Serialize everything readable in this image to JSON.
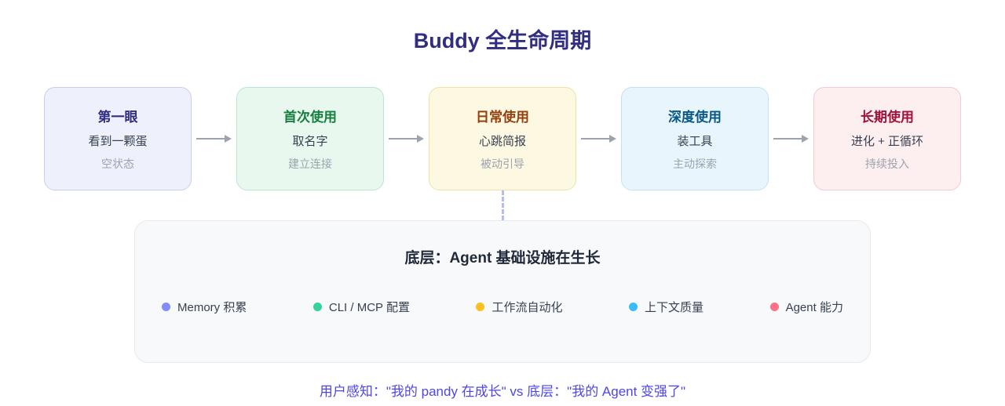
{
  "title": "Buddy 全生命周期",
  "stages": [
    {
      "title": "第一眼",
      "line1": "看到一颗蛋",
      "line2": "空状态",
      "bg": "#eef0fc",
      "border": "#c9cdf2",
      "title_color": "#312e81"
    },
    {
      "title": "首次使用",
      "line1": "取名字",
      "line2": "建立连接",
      "bg": "#e8f8ef",
      "border": "#b7e7cd",
      "title_color": "#15803d"
    },
    {
      "title": "日常使用",
      "line1": "心跳简报",
      "line2": "被动引导",
      "bg": "#fdf8e1",
      "border": "#f1e2a4",
      "title_color": "#92400e"
    },
    {
      "title": "深度使用",
      "line1": "装工具",
      "line2": "主动探索",
      "bg": "#e9f5fc",
      "border": "#bfe2f5",
      "title_color": "#075985"
    },
    {
      "title": "长期使用",
      "line1": "进化 + 正循环",
      "line2": "持续投入",
      "bg": "#fdeef0",
      "border": "#f4c9d0",
      "title_color": "#9f1239"
    }
  ],
  "panel": {
    "title": "底层：Agent 基础设施在生长",
    "legend": [
      {
        "label": "Memory 积累",
        "color": "#818cf8"
      },
      {
        "label": "CLI / MCP 配置",
        "color": "#34d399"
      },
      {
        "label": "工作流自动化",
        "color": "#fbbf24"
      },
      {
        "label": "上下文质量",
        "color": "#38bdf8"
      },
      {
        "label": "Agent 能力",
        "color": "#fb7185"
      }
    ]
  },
  "caption": "用户感知：\"我的 pandy 在成长\" vs 底层：\"我的 Agent 变强了\""
}
